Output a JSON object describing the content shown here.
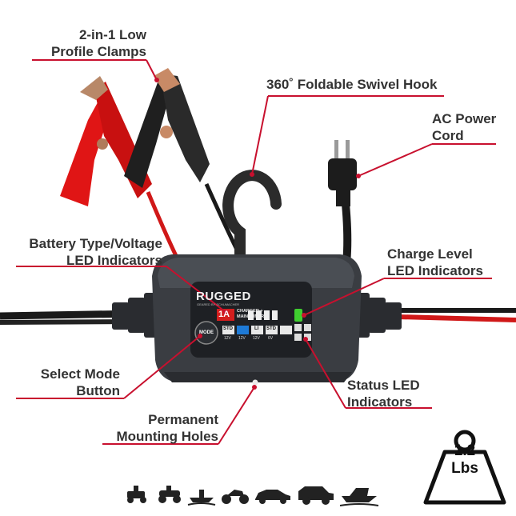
{
  "callouts": {
    "clamps": [
      "2-in-1 Low",
      "Profile Clamps"
    ],
    "hook": "360˚ Foldable Swivel Hook",
    "ac_cord": [
      "AC Power",
      "Cord"
    ],
    "battery_type": [
      "Battery Type/Voltage",
      "LED Indicators"
    ],
    "charge_level": [
      "Charge Level",
      "LED Indicators"
    ],
    "select_mode": [
      "Select Mode",
      "Button"
    ],
    "status_led": [
      "Status LED",
      "Indicators"
    ],
    "mounting": [
      "Permanent",
      "Mounting Holes"
    ]
  },
  "device": {
    "brand": "RUGGED",
    "brand_sub": "GEARED BY SCHUMACHER",
    "amp": "1A",
    "product": [
      "CHARGER +",
      "MAINTAINER"
    ],
    "mode_label": "MODE",
    "battery_modes": [
      {
        "type": "STD",
        "volt": "12V"
      },
      {
        "type": "",
        "volt": "12V"
      },
      {
        "type": "LI",
        "volt": "12V"
      },
      {
        "type": "STD",
        "volt": "6V"
      }
    ]
  },
  "weight": {
    "value": "1.2",
    "unit": "Lbs"
  },
  "vehicle_icons": [
    "lawn-mower-icon",
    "atv-icon",
    "jet-ski-icon",
    "motorcycle-icon",
    "car-icon",
    "suv-icon",
    "boat-icon"
  ],
  "colors": {
    "accent": "#c8102e",
    "device": "#3a3d42",
    "text": "#333333"
  }
}
